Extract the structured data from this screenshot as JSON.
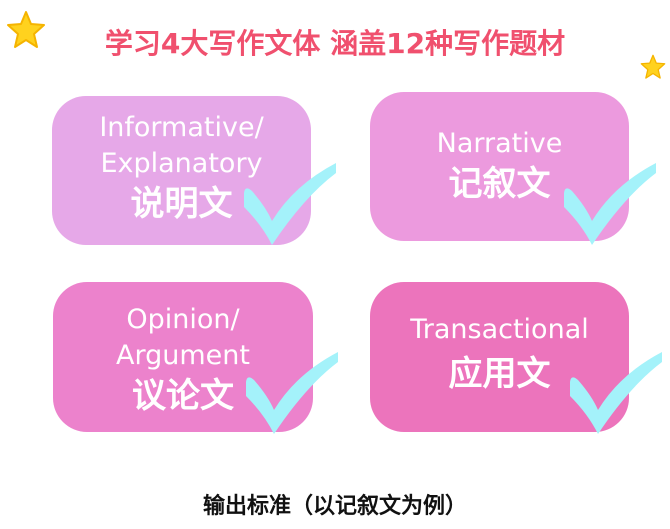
{
  "title": "学习4大写作文体 涵盖12种写作题材",
  "cards": [
    {
      "en_line1": "Informative/",
      "en_line2": "Explanatory",
      "zh": "说明文",
      "color": "#e6a8e8"
    },
    {
      "en_line1": "Narrative",
      "zh": "记叙文",
      "color": "#ec9ade"
    },
    {
      "en_line1": "Opinion/",
      "en_line2": "Argument",
      "zh": "议论文",
      "color": "#ec82cc"
    },
    {
      "en_line1": "Transactional",
      "zh": "应用文",
      "color": "#ec74bc"
    }
  ],
  "footer": "输出标准（以记叙文为例）",
  "colors": {
    "title": "#f0506e",
    "check": "#a4f2fa",
    "star": "#ffd21e"
  }
}
